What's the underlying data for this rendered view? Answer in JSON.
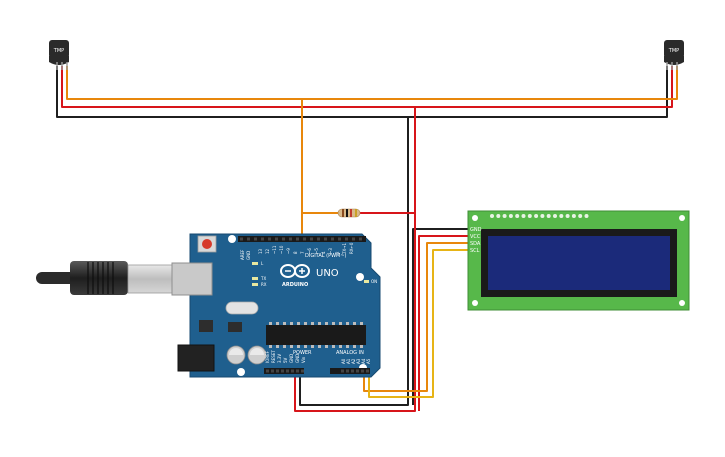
{
  "colors": {
    "background": "#ffffff",
    "wire_orange": "#e8870c",
    "wire_red": "#d7151a",
    "wire_black": "#1f1f1f",
    "wire_yellow": "#e7b416",
    "arduino_board": "#1f5f8e",
    "lcd_pcb": "#57b84a",
    "lcd_screen": "#1b2a7a"
  },
  "sensors": {
    "left_label": "TMP",
    "right_label": "TMP"
  },
  "arduino": {
    "brand": "ARDUINO",
    "model": "UNO",
    "digital_header_label": "DIGITAL (PWM~)",
    "power_label": "POWER",
    "analog_label": "ANALOG IN",
    "aref_label": "AREF",
    "gnd_label": "GND",
    "led_l_label": "L",
    "led_tx_label": "TX",
    "led_rx_label": "RX",
    "ioref_label": "IOREF",
    "reset_label": "RESET",
    "v33_label": "3.3V",
    "v5_label": "5V",
    "vin_label": "Vin",
    "analog_pins": [
      "A0",
      "A1",
      "A2",
      "A3",
      "A4",
      "A5"
    ],
    "digital_pins": [
      "13",
      "12",
      "~11",
      "~10",
      "~9",
      "8",
      "7",
      "~6",
      "~5",
      "4",
      "~3",
      "2",
      "TX→1",
      "RX←0"
    ],
    "on_label": "ON"
  },
  "lcd": {
    "pin_labels": [
      "GND",
      "VCC",
      "SDA",
      "SCL"
    ]
  },
  "icons": {
    "usb_cable": "usb-cable-icon",
    "resistor": "resistor-icon",
    "power_jack": "power-jack-icon"
  }
}
